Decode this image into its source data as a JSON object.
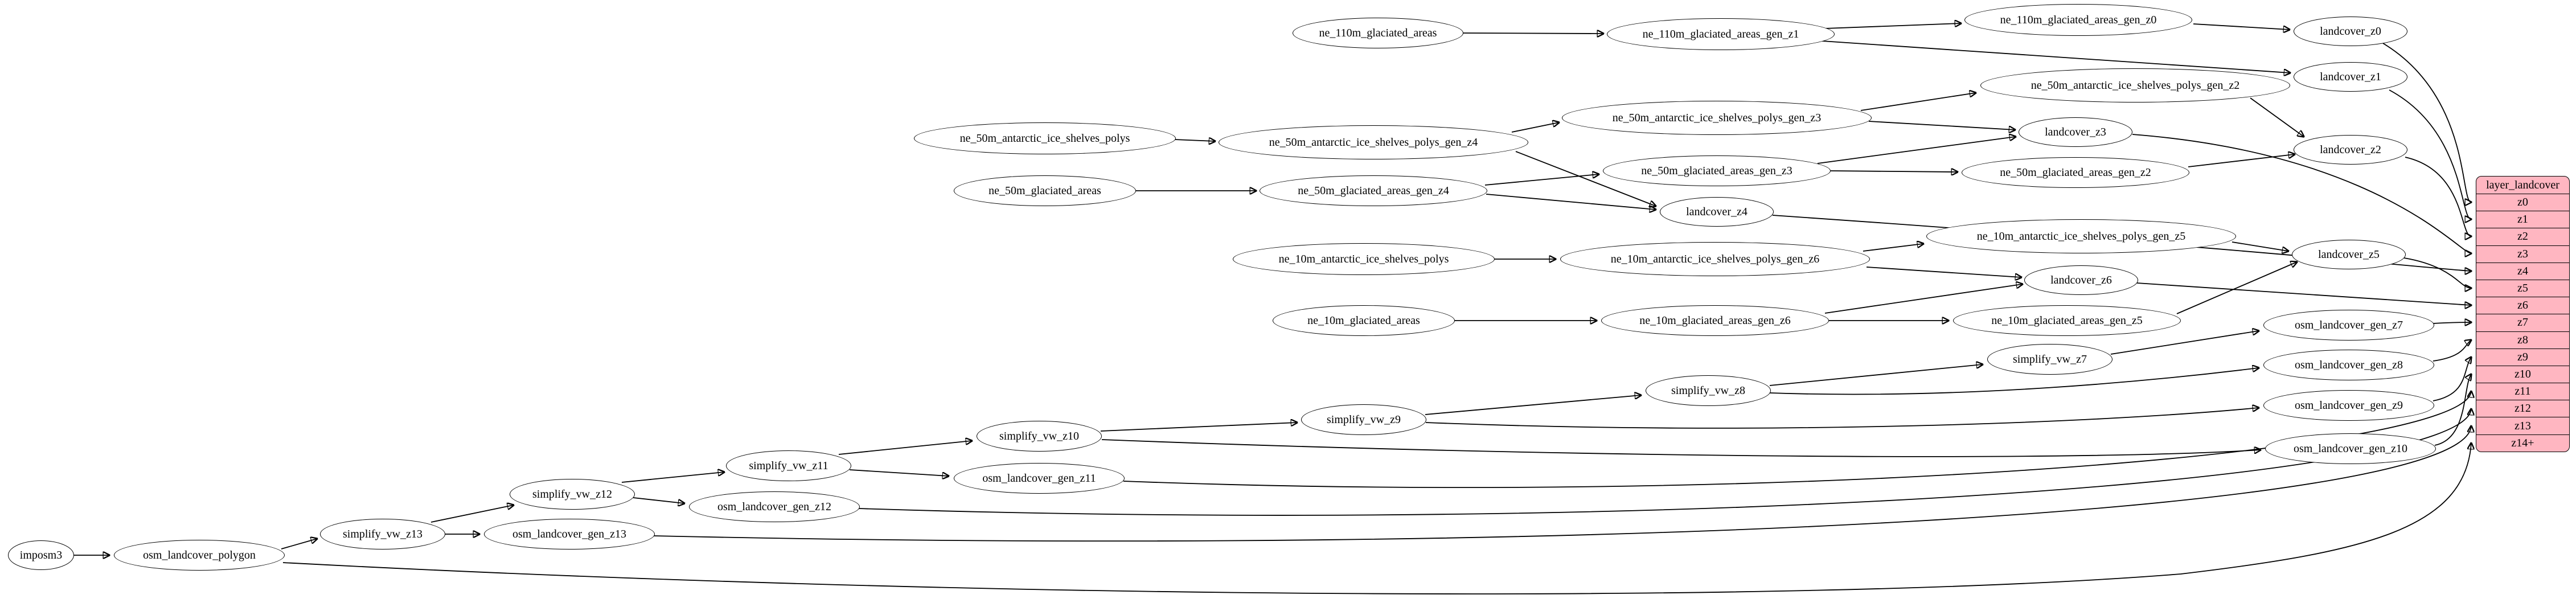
{
  "diagram": {
    "background_color": "#ffffff",
    "node_fill": "#ffffff",
    "node_stroke": "#000000",
    "edge_color": "#000000",
    "table_fill": "#ffb6c1"
  },
  "nodes": [
    {
      "id": "ne_110m_glaciated_areas",
      "label": "ne_110m_glaciated_areas"
    },
    {
      "id": "ne_110m_glaciated_areas_gen_z1",
      "label": "ne_110m_glaciated_areas_gen_z1"
    },
    {
      "id": "ne_110m_glaciated_areas_gen_z0",
      "label": "ne_110m_glaciated_areas_gen_z0"
    },
    {
      "id": "landcover_z0",
      "label": "landcover_z0"
    },
    {
      "id": "landcover_z1",
      "label": "landcover_z1"
    },
    {
      "id": "ne_50m_antarctic_ice_shelves_polys",
      "label": "ne_50m_antarctic_ice_shelves_polys"
    },
    {
      "id": "ne_50m_antarctic_ice_shelves_polys_gen_z4",
      "label": "ne_50m_antarctic_ice_shelves_polys_gen_z4"
    },
    {
      "id": "ne_50m_antarctic_ice_shelves_polys_gen_z3",
      "label": "ne_50m_antarctic_ice_shelves_polys_gen_z3"
    },
    {
      "id": "ne_50m_antarctic_ice_shelves_polys_gen_z2",
      "label": "ne_50m_antarctic_ice_shelves_polys_gen_z2"
    },
    {
      "id": "ne_50m_glaciated_areas",
      "label": "ne_50m_glaciated_areas"
    },
    {
      "id": "ne_50m_glaciated_areas_gen_z4",
      "label": "ne_50m_glaciated_areas_gen_z4"
    },
    {
      "id": "ne_50m_glaciated_areas_gen_z3",
      "label": "ne_50m_glaciated_areas_gen_z3"
    },
    {
      "id": "ne_50m_glaciated_areas_gen_z2",
      "label": "ne_50m_glaciated_areas_gen_z2"
    },
    {
      "id": "landcover_z2",
      "label": "landcover_z2"
    },
    {
      "id": "landcover_z3",
      "label": "landcover_z3"
    },
    {
      "id": "landcover_z4",
      "label": "landcover_z4"
    },
    {
      "id": "ne_10m_antarctic_ice_shelves_polys",
      "label": "ne_10m_antarctic_ice_shelves_polys"
    },
    {
      "id": "ne_10m_antarctic_ice_shelves_polys_gen_z6",
      "label": "ne_10m_antarctic_ice_shelves_polys_gen_z6"
    },
    {
      "id": "ne_10m_antarctic_ice_shelves_polys_gen_z5",
      "label": "ne_10m_antarctic_ice_shelves_polys_gen_z5"
    },
    {
      "id": "landcover_z5",
      "label": "landcover_z5"
    },
    {
      "id": "landcover_z6",
      "label": "landcover_z6"
    },
    {
      "id": "ne_10m_glaciated_areas",
      "label": "ne_10m_glaciated_areas"
    },
    {
      "id": "ne_10m_glaciated_areas_gen_z6",
      "label": "ne_10m_glaciated_areas_gen_z6"
    },
    {
      "id": "ne_10m_glaciated_areas_gen_z5",
      "label": "ne_10m_glaciated_areas_gen_z5"
    },
    {
      "id": "imposm3",
      "label": "imposm3"
    },
    {
      "id": "osm_landcover_polygon",
      "label": "osm_landcover_polygon"
    },
    {
      "id": "simplify_vw_z13",
      "label": "simplify_vw_z13"
    },
    {
      "id": "osm_landcover_gen_z13",
      "label": "osm_landcover_gen_z13"
    },
    {
      "id": "simplify_vw_z12",
      "label": "simplify_vw_z12"
    },
    {
      "id": "osm_landcover_gen_z12",
      "label": "osm_landcover_gen_z12"
    },
    {
      "id": "simplify_vw_z11",
      "label": "simplify_vw_z11"
    },
    {
      "id": "osm_landcover_gen_z11",
      "label": "osm_landcover_gen_z11"
    },
    {
      "id": "simplify_vw_z10",
      "label": "simplify_vw_z10"
    },
    {
      "id": "simplify_vw_z9",
      "label": "simplify_vw_z9"
    },
    {
      "id": "simplify_vw_z8",
      "label": "simplify_vw_z8"
    },
    {
      "id": "simplify_vw_z7",
      "label": "simplify_vw_z7"
    },
    {
      "id": "osm_landcover_gen_z7",
      "label": "osm_landcover_gen_z7"
    },
    {
      "id": "osm_landcover_gen_z8",
      "label": "osm_landcover_gen_z8"
    },
    {
      "id": "osm_landcover_gen_z9",
      "label": "osm_landcover_gen_z9"
    },
    {
      "id": "osm_landcover_gen_z10",
      "label": "osm_landcover_gen_z10"
    }
  ],
  "edges": [
    {
      "from": "ne_110m_glaciated_areas",
      "to": "ne_110m_glaciated_areas_gen_z1"
    },
    {
      "from": "ne_110m_glaciated_areas_gen_z1",
      "to": "ne_110m_glaciated_areas_gen_z0"
    },
    {
      "from": "ne_110m_glaciated_areas_gen_z1",
      "to": "landcover_z1"
    },
    {
      "from": "ne_110m_glaciated_areas_gen_z0",
      "to": "landcover_z0"
    },
    {
      "from": "landcover_z0",
      "to": "layer_landcover.z0"
    },
    {
      "from": "landcover_z1",
      "to": "layer_landcover.z1"
    },
    {
      "from": "ne_50m_antarctic_ice_shelves_polys",
      "to": "ne_50m_antarctic_ice_shelves_polys_gen_z4"
    },
    {
      "from": "ne_50m_antarctic_ice_shelves_polys_gen_z4",
      "to": "ne_50m_antarctic_ice_shelves_polys_gen_z3"
    },
    {
      "from": "ne_50m_antarctic_ice_shelves_polys_gen_z4",
      "to": "landcover_z4"
    },
    {
      "from": "ne_50m_antarctic_ice_shelves_polys_gen_z3",
      "to": "ne_50m_antarctic_ice_shelves_polys_gen_z2"
    },
    {
      "from": "ne_50m_antarctic_ice_shelves_polys_gen_z3",
      "to": "landcover_z3"
    },
    {
      "from": "ne_50m_antarctic_ice_shelves_polys_gen_z2",
      "to": "landcover_z2"
    },
    {
      "from": "ne_50m_glaciated_areas",
      "to": "ne_50m_glaciated_areas_gen_z4"
    },
    {
      "from": "ne_50m_glaciated_areas_gen_z4",
      "to": "landcover_z4"
    },
    {
      "from": "ne_50m_glaciated_areas_gen_z4",
      "to": "ne_50m_glaciated_areas_gen_z3"
    },
    {
      "from": "ne_50m_glaciated_areas_gen_z3",
      "to": "landcover_z3"
    },
    {
      "from": "ne_50m_glaciated_areas_gen_z3",
      "to": "ne_50m_glaciated_areas_gen_z2"
    },
    {
      "from": "ne_50m_glaciated_areas_gen_z2",
      "to": "landcover_z2"
    },
    {
      "from": "landcover_z2",
      "to": "layer_landcover.z2"
    },
    {
      "from": "landcover_z3",
      "to": "layer_landcover.z3"
    },
    {
      "from": "landcover_z4",
      "to": "layer_landcover.z4"
    },
    {
      "from": "ne_10m_antarctic_ice_shelves_polys",
      "to": "ne_10m_antarctic_ice_shelves_polys_gen_z6"
    },
    {
      "from": "ne_10m_antarctic_ice_shelves_polys_gen_z6",
      "to": "ne_10m_antarctic_ice_shelves_polys_gen_z5"
    },
    {
      "from": "ne_10m_antarctic_ice_shelves_polys_gen_z6",
      "to": "landcover_z6"
    },
    {
      "from": "ne_10m_antarctic_ice_shelves_polys_gen_z5",
      "to": "landcover_z5"
    },
    {
      "from": "ne_10m_glaciated_areas",
      "to": "ne_10m_glaciated_areas_gen_z6"
    },
    {
      "from": "ne_10m_glaciated_areas_gen_z6",
      "to": "landcover_z6"
    },
    {
      "from": "ne_10m_glaciated_areas_gen_z6",
      "to": "ne_10m_glaciated_areas_gen_z5"
    },
    {
      "from": "ne_10m_glaciated_areas_gen_z5",
      "to": "landcover_z5"
    },
    {
      "from": "landcover_z5",
      "to": "layer_landcover.z5"
    },
    {
      "from": "landcover_z6",
      "to": "layer_landcover.z6"
    },
    {
      "from": "imposm3",
      "to": "osm_landcover_polygon"
    },
    {
      "from": "osm_landcover_polygon",
      "to": "simplify_vw_z13"
    },
    {
      "from": "osm_landcover_polygon",
      "to": "layer_landcover.z14+"
    },
    {
      "from": "simplify_vw_z13",
      "to": "osm_landcover_gen_z13"
    },
    {
      "from": "simplify_vw_z13",
      "to": "simplify_vw_z12"
    },
    {
      "from": "osm_landcover_gen_z13",
      "to": "layer_landcover.z13"
    },
    {
      "from": "simplify_vw_z12",
      "to": "osm_landcover_gen_z12"
    },
    {
      "from": "simplify_vw_z12",
      "to": "simplify_vw_z11"
    },
    {
      "from": "osm_landcover_gen_z12",
      "to": "layer_landcover.z12"
    },
    {
      "from": "simplify_vw_z11",
      "to": "osm_landcover_gen_z11"
    },
    {
      "from": "simplify_vw_z11",
      "to": "simplify_vw_z10"
    },
    {
      "from": "osm_landcover_gen_z11",
      "to": "layer_landcover.z11"
    },
    {
      "from": "simplify_vw_z10",
      "to": "simplify_vw_z9"
    },
    {
      "from": "simplify_vw_z10",
      "to": "osm_landcover_gen_z10"
    },
    {
      "from": "osm_landcover_gen_z10",
      "to": "layer_landcover.z10"
    },
    {
      "from": "simplify_vw_z9",
      "to": "simplify_vw_z8"
    },
    {
      "from": "simplify_vw_z9",
      "to": "osm_landcover_gen_z9"
    },
    {
      "from": "osm_landcover_gen_z9",
      "to": "layer_landcover.z9"
    },
    {
      "from": "simplify_vw_z8",
      "to": "simplify_vw_z7"
    },
    {
      "from": "simplify_vw_z8",
      "to": "osm_landcover_gen_z8"
    },
    {
      "from": "osm_landcover_gen_z8",
      "to": "layer_landcover.z8"
    },
    {
      "from": "simplify_vw_z7",
      "to": "osm_landcover_gen_z7"
    },
    {
      "from": "osm_landcover_gen_z7",
      "to": "layer_landcover.z7"
    }
  ],
  "table": {
    "title": "layer_landcover",
    "rows": [
      "z0",
      "z1",
      "z2",
      "z3",
      "z4",
      "z5",
      "z6",
      "z7",
      "z8",
      "z9",
      "z10",
      "z11",
      "z12",
      "z13",
      "z14+"
    ]
  }
}
